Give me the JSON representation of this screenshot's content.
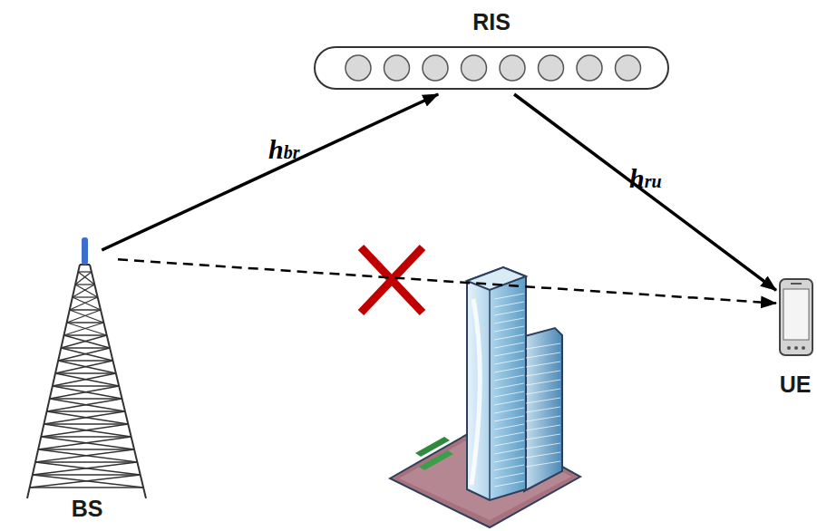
{
  "diagram": {
    "nodes": [
      {
        "text": [
          "RIS"
        ]
      },
      {
        "text": [
          "BS"
        ]
      },
      {
        "text": [
          "UE"
        ]
      }
    ],
    "edges": [
      {
        "from": 1,
        "to": 0,
        "arrow": "to",
        "label": "hbr"
      },
      {
        "from": 0,
        "to": 2,
        "arrow": "to",
        "label": "hru"
      },
      {
        "from": 1,
        "to": 2,
        "arrow": "to"
      }
    ]
  }
}
